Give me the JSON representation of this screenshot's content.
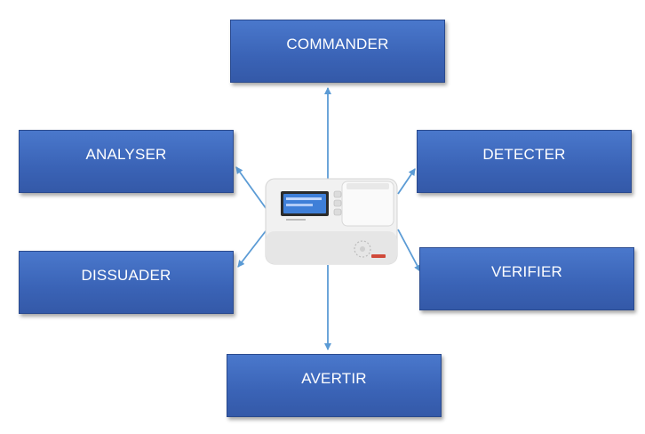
{
  "diagram": {
    "boxes": {
      "top": "COMMANDER",
      "left_upper": "ANALYSER",
      "right_upper": "DETECTER",
      "left_lower": "DISSUADER",
      "right_lower": "VERIFIER",
      "bottom": "AVERTIR"
    },
    "colors": {
      "box_fill": "#3a63b6",
      "box_border": "#2a4a8e",
      "arrow": "#5b9bd5",
      "device_body": "#f2f2f2",
      "lcd_screen": "#3f7fd8"
    },
    "center_device_icon": "alarm-control-panel"
  }
}
